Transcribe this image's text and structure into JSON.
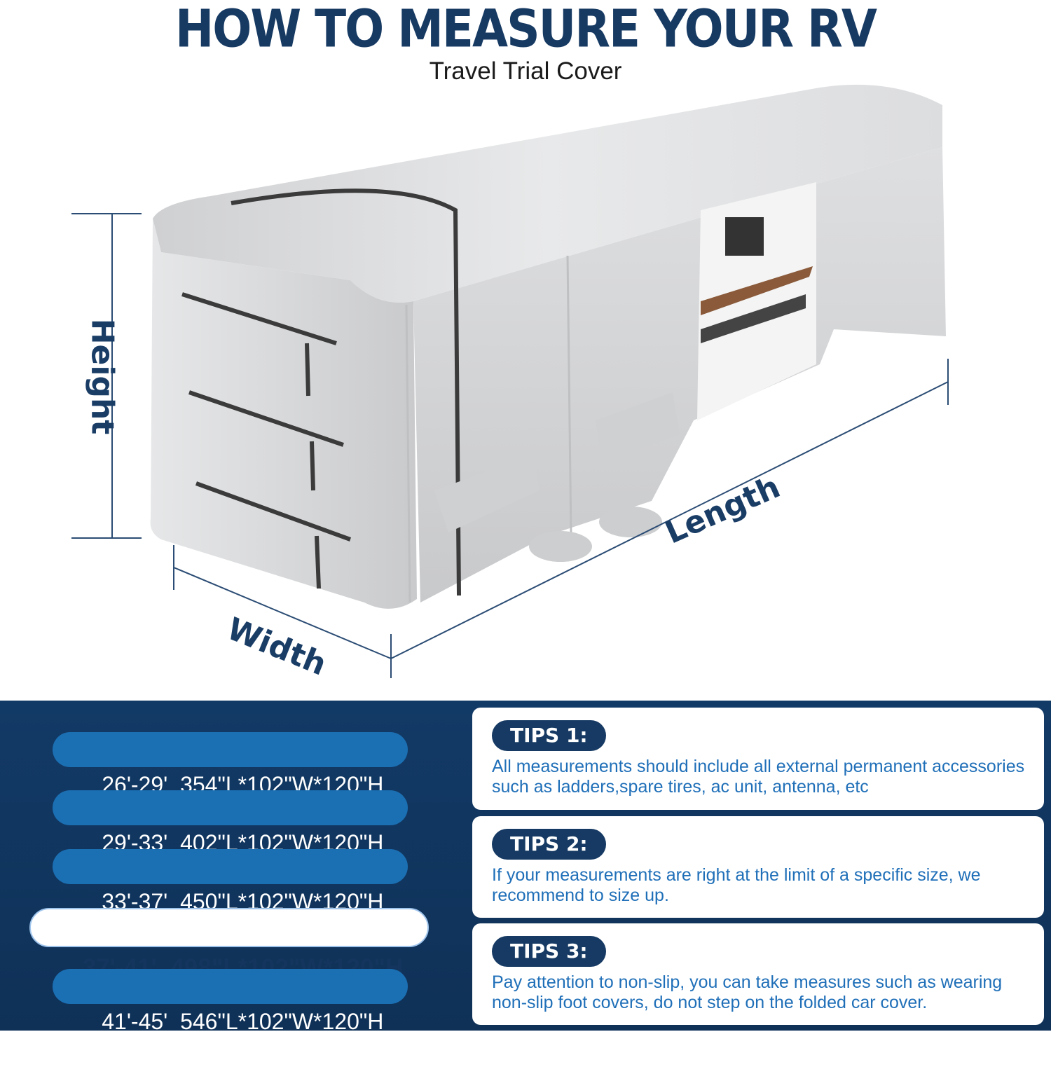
{
  "header": {
    "title": "HOW TO MEASURE YOUR RV",
    "subtitle": "Travel Trial Cover"
  },
  "dimensions": {
    "height_label": "Height",
    "width_label": "Width",
    "length_label": "Length"
  },
  "sizes": [
    {
      "range": "26'-29'",
      "dims": "354\"L*102\"W*120\"H",
      "selected": false
    },
    {
      "range": "29'-33'",
      "dims": "402\"L*102\"W*120\"H",
      "selected": false
    },
    {
      "range": "33'-37'",
      "dims": "450\"L*102\"W*120\"H",
      "selected": false
    },
    {
      "range": "37'-41'",
      "dims": "498\"L*102\"W*120\"H",
      "selected": true
    },
    {
      "range": "41'-45'",
      "dims": "546\"L*102\"W*120\"H",
      "selected": false
    }
  ],
  "tips": [
    {
      "label": "TIPS 1:",
      "text": "All measurements should include all external permanent accessories such as ladders,spare tires, ac unit, antenna, etc"
    },
    {
      "label": "TIPS 2:",
      "text": "If your measurements are right at the limit of a specific size, we recommend to size up."
    },
    {
      "label": "TIPS 3:",
      "text": "Pay attention to non-slip, you can take measures such as wearing non-slip foot covers, do not step on the folded car cover."
    }
  ],
  "colors": {
    "title": "#173a63",
    "panel_bg": "#123a66",
    "pill": "#1b6fb3",
    "tip_text": "#1f6fb8",
    "cover": "#d9dadc"
  }
}
